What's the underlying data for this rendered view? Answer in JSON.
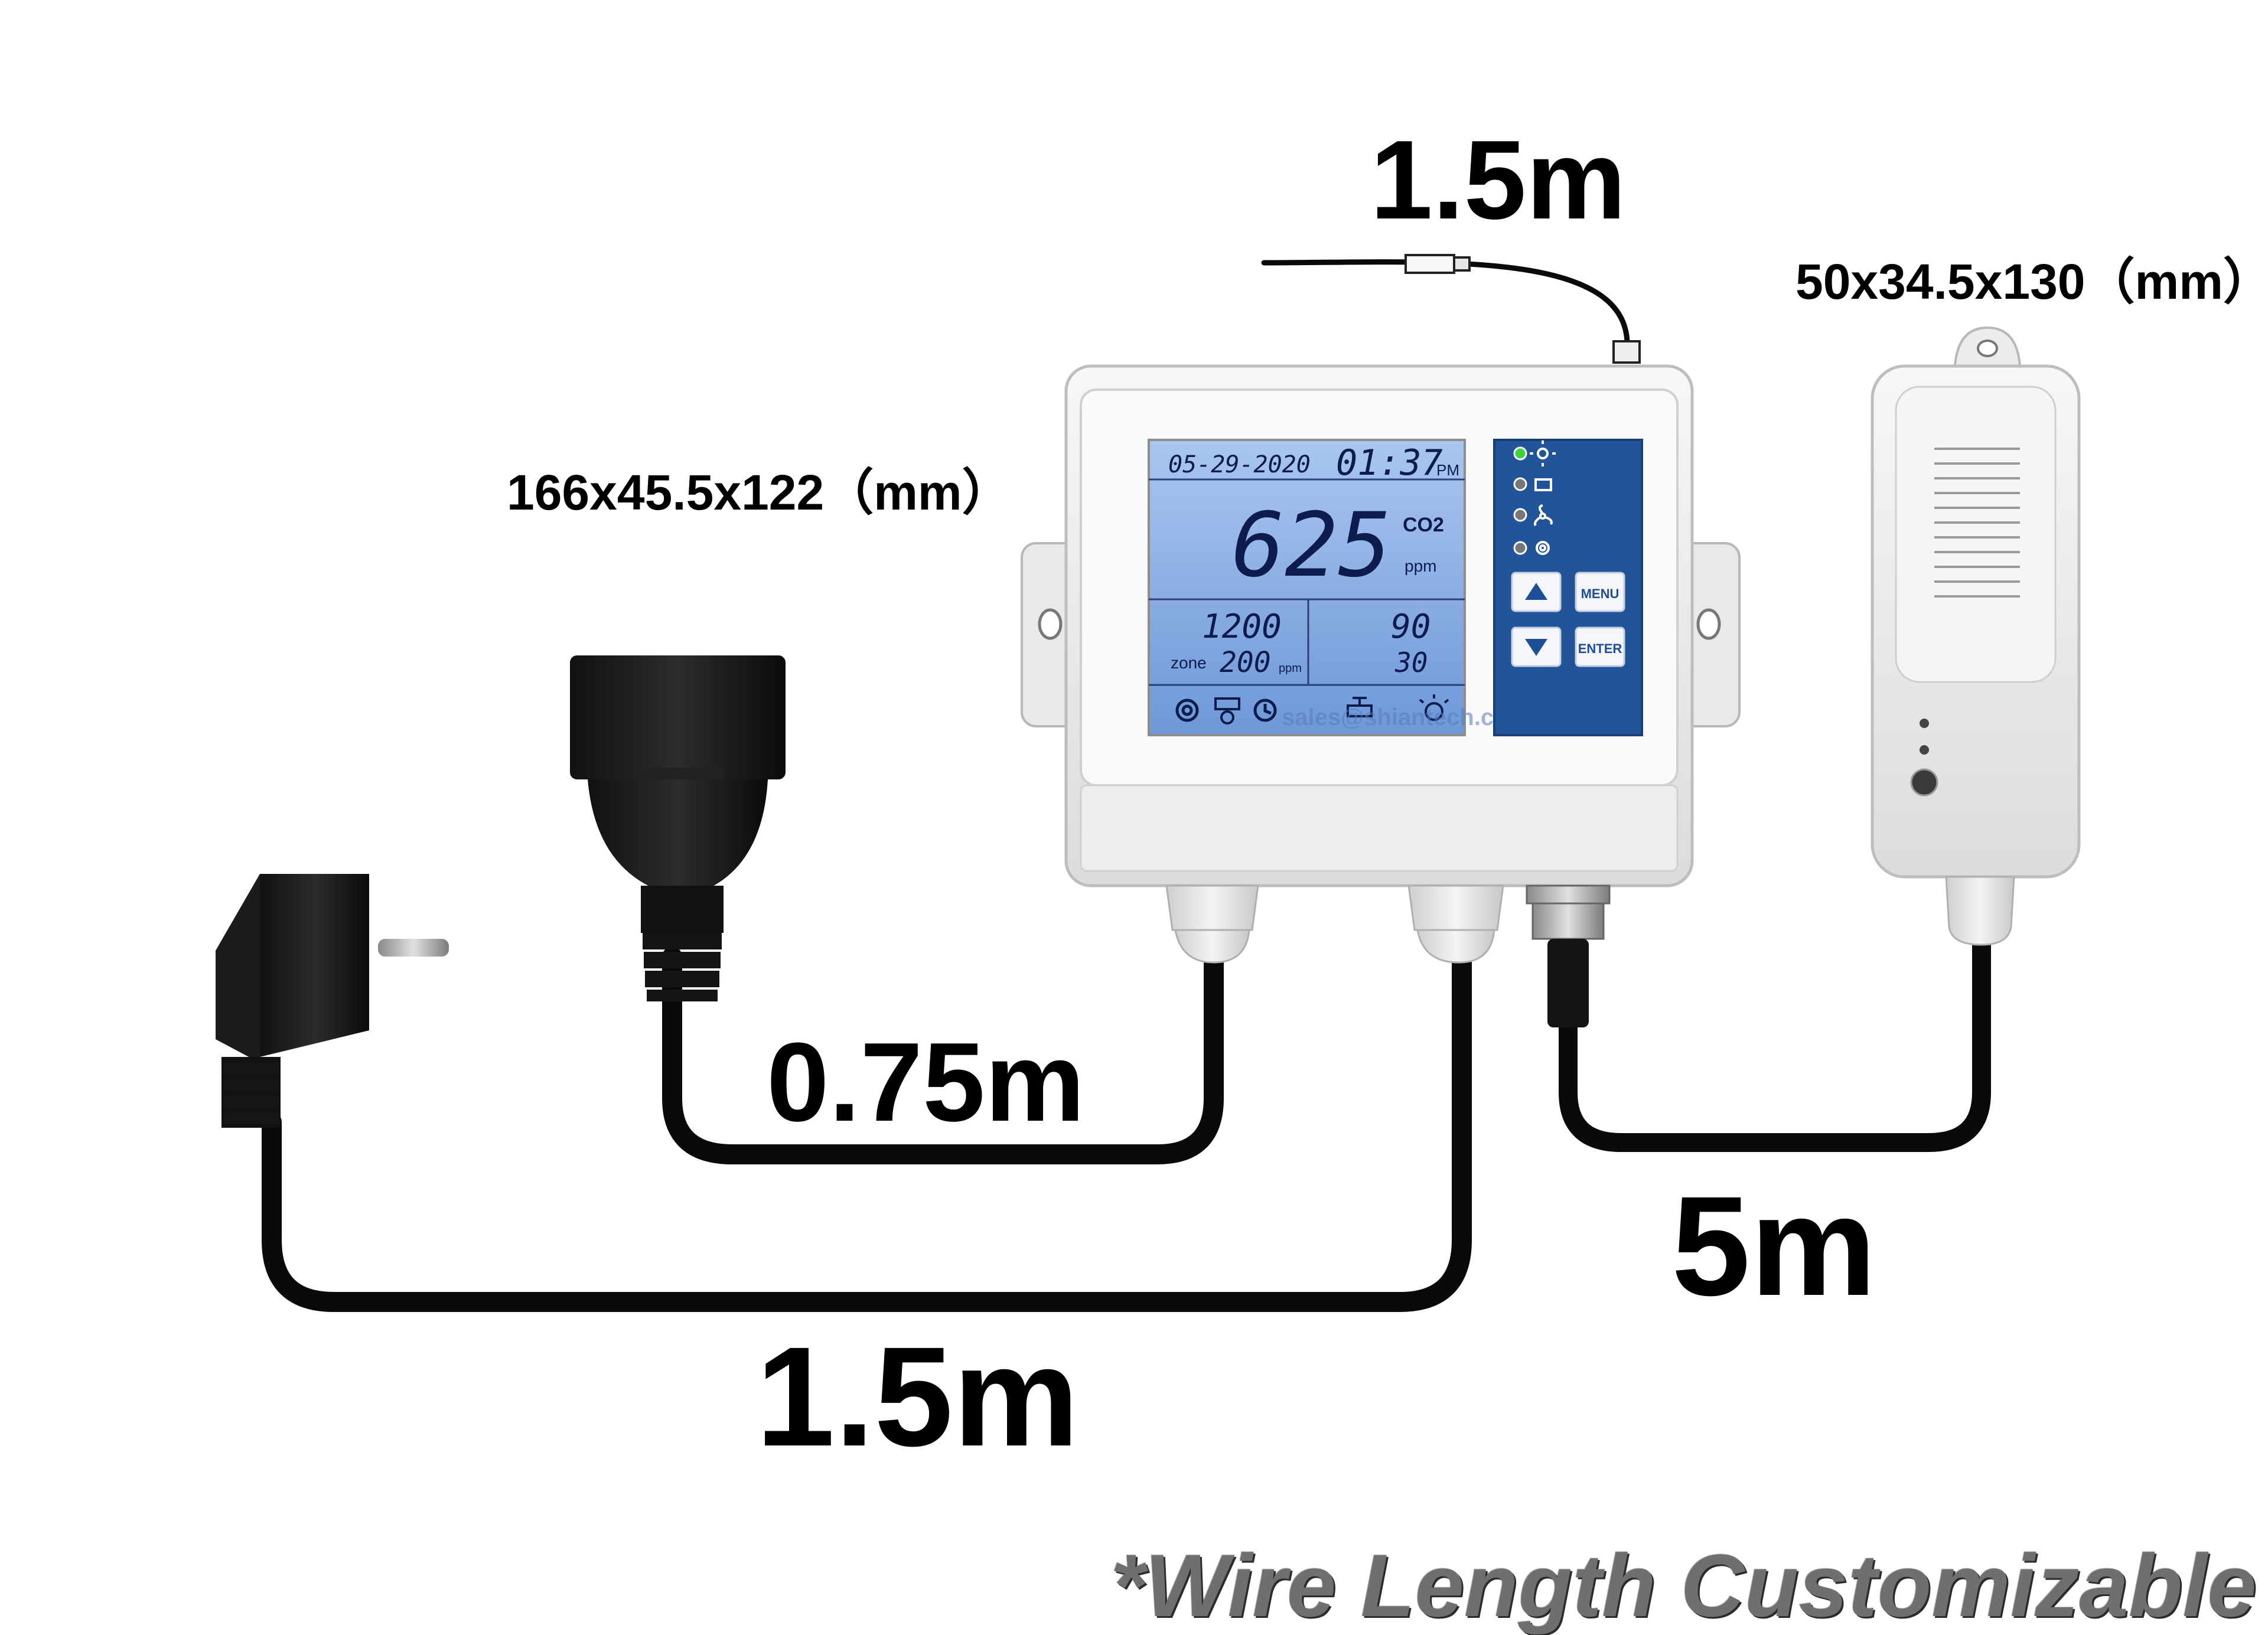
{
  "labels": {
    "wire_sensor_top": "1.5m",
    "wire_socket": "0.75m",
    "wire_sensor_cable": "5m",
    "wire_plug": "1.5m",
    "controller_dimensions": "166x45.5x122（mm）",
    "sensor_dimensions": "50x34.5x130（mm）",
    "footer_note": "*Wire Length Customizable"
  },
  "display": {
    "date": "05-29-2020",
    "time": "01:37",
    "time_suffix": "PM",
    "co2_value": "625",
    "co2_label": "CO2",
    "co2_unit": "ppm",
    "setpoint": "1200",
    "zone_label": "zone",
    "zone_value": "200",
    "zone_unit": "ppm",
    "right_top_value": "90",
    "right_bottom_value": "30",
    "watermark": "sales@shiantech.com"
  },
  "buttons": {
    "menu": "MENU",
    "enter": "ENTER"
  },
  "colors": {
    "lcd_background": "#7fa6e0",
    "panel_blue": "#22549a",
    "cable": "#0a0a0a",
    "housing": "#f2f2f2"
  }
}
